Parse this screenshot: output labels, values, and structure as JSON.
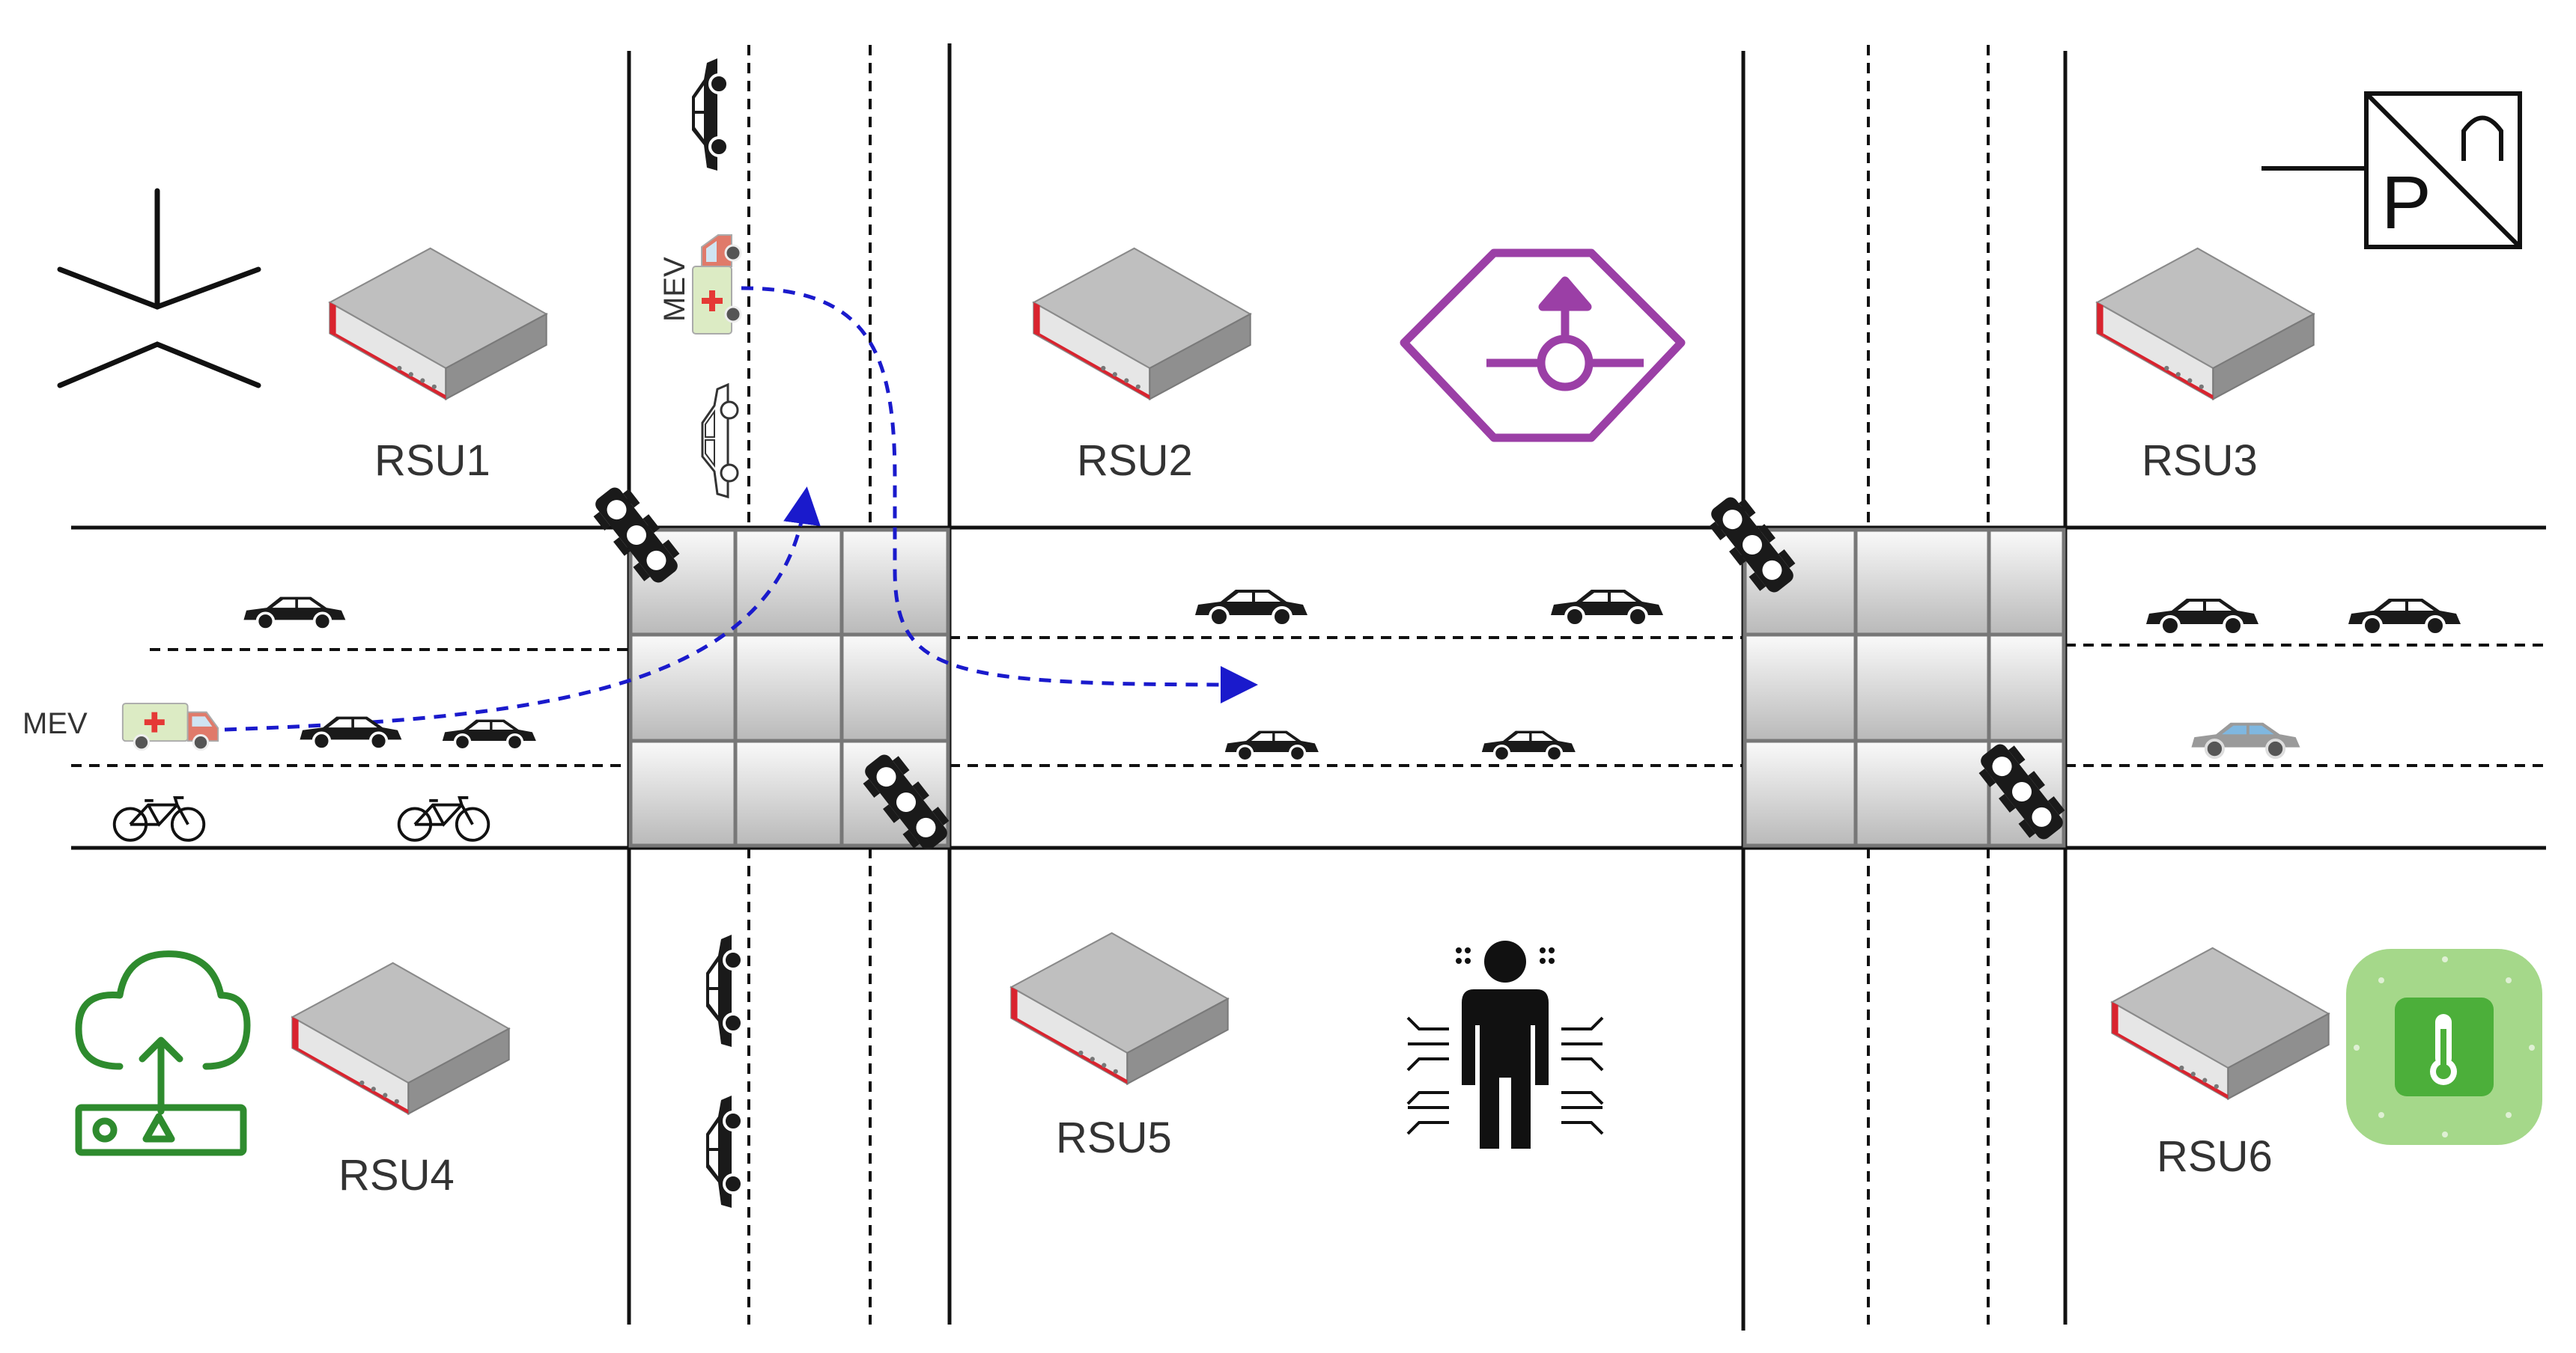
{
  "rsus": [
    {
      "id": "rsu1",
      "label": "RSU1"
    },
    {
      "id": "rsu2",
      "label": "RSU2"
    },
    {
      "id": "rsu3",
      "label": "RSU3"
    },
    {
      "id": "rsu4",
      "label": "RSU4"
    },
    {
      "id": "rsu5",
      "label": "RSU5"
    },
    {
      "id": "rsu6",
      "label": "RSU6"
    }
  ],
  "vehicles": {
    "emergency_label": "MEV"
  },
  "parking_sign": {
    "letter": "P"
  },
  "icons": [
    "antenna-icon",
    "parking-sensor-icon",
    "roundabout-hexagon-icon",
    "cloud-upload-router-icon",
    "smart-pedestrian-icon",
    "thermometer-sensor-icon",
    "traffic-light-icon",
    "car-icon",
    "bicycle-icon",
    "ambulance-icon"
  ],
  "colors": {
    "road_line": "#111111",
    "route_arrow": "#1a1acc",
    "rsu_stripe": "#d9232e",
    "roundabout": "#9b3fa6",
    "cloud_icon": "#2e8b2e",
    "sensor_bg": "#a5d88a",
    "sensor_fg": "#4caf3a"
  }
}
